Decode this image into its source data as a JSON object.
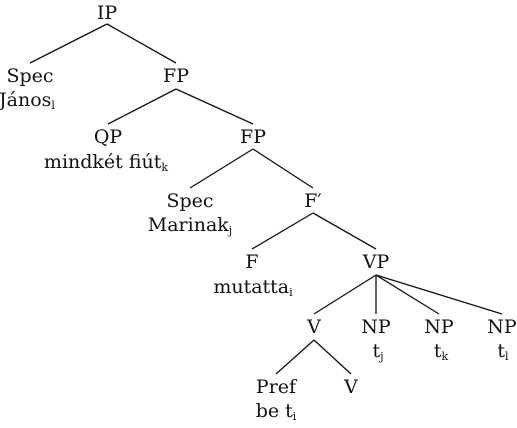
{
  "tree": {
    "nodes": {
      "ip": {
        "text": "IP",
        "sub": ""
      },
      "spec1": {
        "text": "Spec",
        "sub": ""
      },
      "spec1_word": {
        "text": "János",
        "sub": "l"
      },
      "fp1": {
        "text": "FP",
        "sub": ""
      },
      "qp": {
        "text": "QP",
        "sub": ""
      },
      "qp_word": {
        "text": "mindkét fiút",
        "sub": "k"
      },
      "fp2": {
        "text": "FP",
        "sub": ""
      },
      "spec2": {
        "text": "Spec",
        "sub": ""
      },
      "spec2_word": {
        "text": "Marinak",
        "sub": "j"
      },
      "fbar": {
        "text": "F′",
        "sub": ""
      },
      "f": {
        "text": "F",
        "sub": ""
      },
      "f_word": {
        "text": "mutatta",
        "sub": "i"
      },
      "vp": {
        "text": "VP",
        "sub": ""
      },
      "v": {
        "text": "V",
        "sub": ""
      },
      "np1": {
        "text": "NP",
        "sub": ""
      },
      "np1_t": {
        "text": "t",
        "sub": "j"
      },
      "np2": {
        "text": "NP",
        "sub": ""
      },
      "np2_t": {
        "text": "t",
        "sub": "k"
      },
      "np3": {
        "text": "NP",
        "sub": ""
      },
      "np3_t": {
        "text": "t",
        "sub": "l"
      },
      "pref": {
        "text": "Pref",
        "sub": ""
      },
      "pref_word": {
        "text": "be t",
        "sub": "i"
      },
      "v2": {
        "text": "V",
        "sub": ""
      }
    }
  }
}
